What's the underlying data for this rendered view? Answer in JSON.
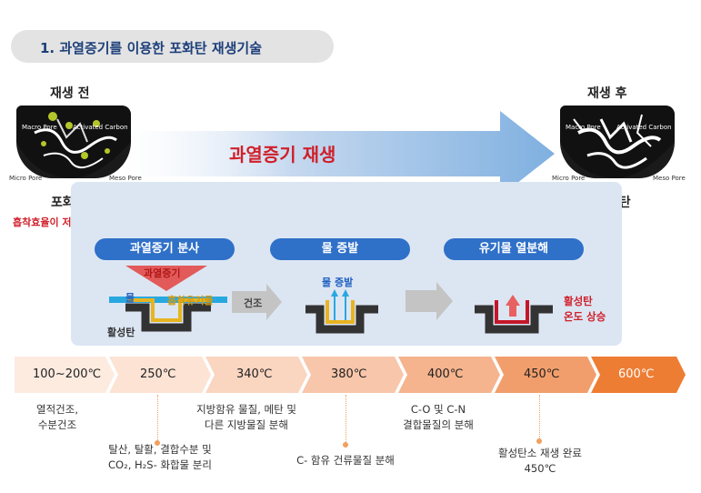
{
  "title": "1. 과열증기를 이용한 포화탄 재생기술",
  "before": {
    "header": "재생 전",
    "name": "포화탄",
    "note": "흡착효율이 저하된 활성탄",
    "labels": {
      "macro": "Macro Pore",
      "activated": "Activated Carbon",
      "micro": "Micro Pore",
      "meso": "Meso Pore"
    }
  },
  "after": {
    "header": "재생 후",
    "name": "재생탄",
    "labels": {
      "macro": "Macro Pore",
      "activated": "Activated Carbon",
      "micro": "Micro Pore",
      "meso": "Meso Pore"
    }
  },
  "main_arrow_label": "과열증기 재생",
  "steps": [
    {
      "title": "과열증기 분사",
      "steam": "과열증기",
      "water": "물",
      "organic": "흡착유기물",
      "carbon": "활성탄"
    },
    {
      "title": "물 증발",
      "water_evap": "물 증발"
    },
    {
      "title": "유기물 열분해",
      "note_line1": "활성탄",
      "note_line2": "온도 상승"
    }
  ],
  "dry_label": "건조",
  "temperatures": [
    "100~200℃",
    "250℃",
    "340℃",
    "380℃",
    "400℃",
    "450℃",
    "600℃"
  ],
  "descriptions": {
    "d1_line1": "열적건조,",
    "d1_line2": "수분건조",
    "d2_line1": "탈산, 탈활, 결합수분 및",
    "d2_line2": "CO₂, H₂S- 화합물 분리",
    "d3_line1": "지방함유 물질, 메탄 및",
    "d3_line2": "다른 지방물질 분해",
    "d4": "C- 함유 건류물질 분해",
    "d5_line1": "C-O 및 C-N",
    "d5_line2": "결합물질의 분해",
    "d6_line1": "활성탄소 재생 완료",
    "d6_line2": "450℃"
  },
  "colors": {
    "title_text": "#1d3f7a",
    "accent_red": "#d0202a",
    "step_blue": "#2f70c8",
    "box_bg": "#dce6f3",
    "temp_light": "#fbe3d6",
    "temp_dark": "#ee7d34"
  }
}
